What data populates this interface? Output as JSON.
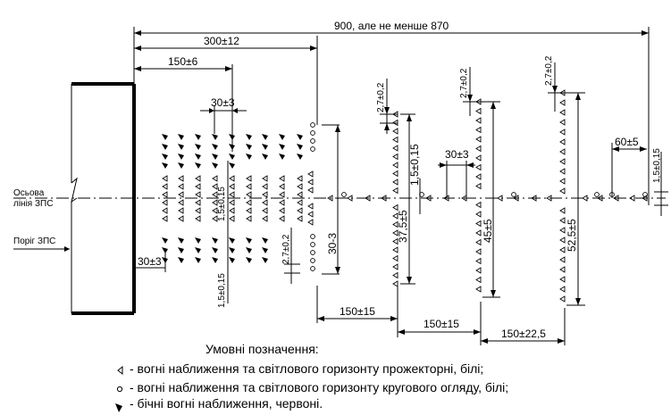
{
  "dimensions": {
    "total": "900, але не менше 870",
    "d300": "300±12",
    "d150": "150±6",
    "d30_top": "30±3",
    "d27_a": "2,7±0,2",
    "d27_b": "2,7±0,2",
    "d27_c": "2,7±0,2",
    "d30_mid": "30±3",
    "d15_015": "1,5±0,15",
    "d60": "60±5",
    "d15_right": "1,5±0,15",
    "d15_left": "1,5±0,15",
    "d30_left": "30±3",
    "d27_low": "2,7±0,2",
    "d30_3": "30-3",
    "d375": "37,5±5",
    "d45": "45±5",
    "d525": "52,5±5",
    "d150_15_a": "150±15",
    "d150_15_b": "150±15",
    "d150_225": "150±22,5",
    "d15_small": "1,5±0,15"
  },
  "labels": {
    "axis": "Осьова\nлінія ЗПС",
    "axis_line1": "Осьова",
    "axis_line2": "лінія ЗПС",
    "threshold": "Поріг ЗПС"
  },
  "legend": {
    "title": "Умовні позначення:",
    "items": [
      {
        "icon": "triangle-light-icon",
        "text": "- вогні наближення та світлового горизонту прожекторні, білі;"
      },
      {
        "icon": "circle-light-icon",
        "text": "- вогні наближення та світлового горизонту кругового огляду, білі;"
      },
      {
        "icon": "side-light-icon",
        "text": "- бічні вогні наближення, червоні."
      }
    ]
  },
  "colors": {
    "ink": "#000000",
    "background": "#ffffff"
  }
}
